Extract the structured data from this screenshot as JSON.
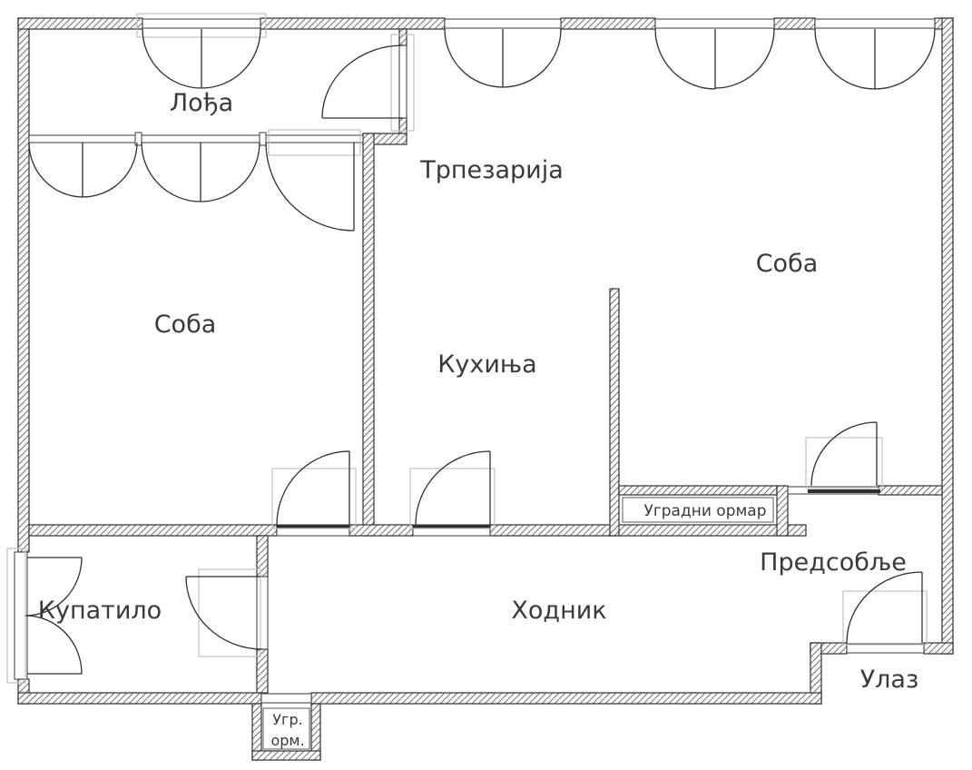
{
  "diagram_type": "apartment-floor-plan",
  "language": "sr-Cyrl",
  "labels": {
    "loggia": "Лођа",
    "dining_room": "Трпезарија",
    "room_right": "Соба",
    "room_left": "Соба",
    "kitchen": "Кухиња",
    "built_in_wardrobe": "Уградни ормар",
    "bathroom": "Купатило",
    "hallway": "Ходник",
    "anteroom": "Предсобље",
    "entrance": "Улаз",
    "small_wardrobe_line1": "Угр.",
    "small_wardrobe_line2": "орм."
  },
  "colors": {
    "background": "#ffffff",
    "wall_outline": "#3f3f3f",
    "hatch_line": "#6f6f6f",
    "symbol_line": "#2f2f2f",
    "window_frame_gray": "#c2c2c2",
    "text": "#3a3a3a"
  }
}
